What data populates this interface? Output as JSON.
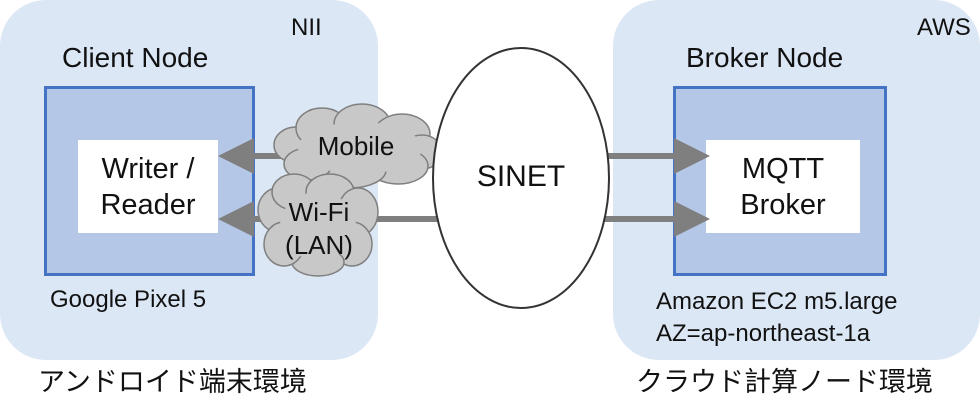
{
  "regions": {
    "left": {
      "label": "NII",
      "title": "Client Node",
      "device": "Google Pixel 5",
      "caption": "アンドロイド端末環境"
    },
    "right": {
      "label": "AWS",
      "title": "Broker Node",
      "instance": "Amazon EC2 m5.large",
      "zone": "AZ=ap-northeast-1a",
      "caption": "クラウド計算ノード環境"
    }
  },
  "client_app": {
    "line1": "Writer /",
    "line2": "Reader"
  },
  "broker_app": {
    "line1": "MQTT",
    "line2": "Broker"
  },
  "links": {
    "mobile": "Mobile",
    "wifi_line1": "Wi-Fi",
    "wifi_line2": "(LAN)"
  },
  "network": {
    "label": "SINET"
  },
  "colors": {
    "region_fill": "#dce7f5",
    "node_fill": "#b4c7e7",
    "node_border": "#4472c4",
    "cloud_fill": "#c8c8c8",
    "arrow": "#7f7f7f"
  }
}
